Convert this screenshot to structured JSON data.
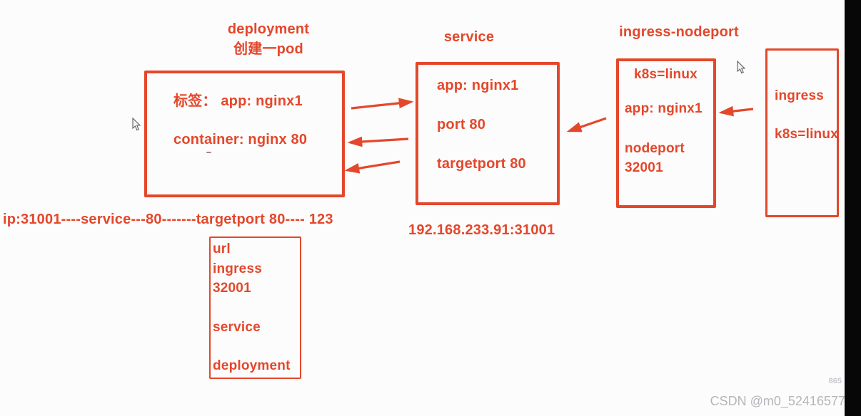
{
  "diagram": {
    "deployment": {
      "title_line1": "deployment",
      "title_line2": "创建一pod",
      "label_line": "标签： app: nginx1",
      "container_line": "container: nginx 80"
    },
    "service": {
      "title": "service",
      "lines": [
        "app: nginx1",
        "port 80",
        "targetport 80"
      ],
      "address": "192.168.233.91:31001"
    },
    "ingress_nodeport": {
      "title": "ingress-nodeport",
      "lines": [
        "k8s=linux",
        "app: nginx1",
        "nodeport",
        "32001"
      ]
    },
    "ingress": {
      "lines": [
        "ingress",
        "k8s=linux"
      ]
    },
    "flow_line": "ip:31001----service---80-------targetport 80---- 123",
    "url_box": {
      "lines": [
        "url",
        "ingress",
        "32001",
        "service",
        "deployment"
      ]
    }
  },
  "footer": {
    "watermark": "CSDN @m0_52416577",
    "page_mark": "865"
  },
  "icons": {
    "cursor1": "mouse-cursor-icon",
    "cursor2": "mouse-cursor-icon"
  },
  "colors": {
    "ink": "#e4472b",
    "background": "#fcfcfc",
    "dark_strip": "#070707",
    "watermark": "#b3b6ba"
  }
}
